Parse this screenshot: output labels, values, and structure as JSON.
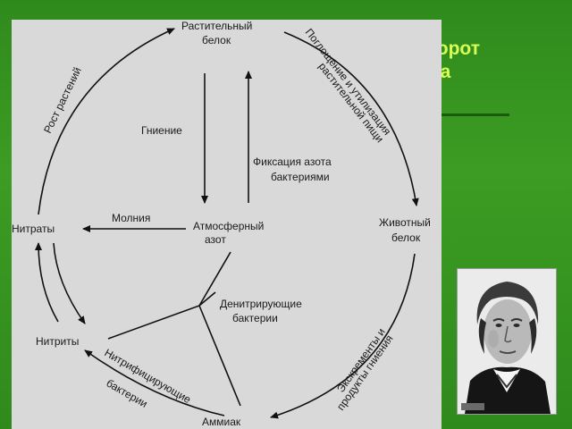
{
  "slide": {
    "title_lines": [
      "угооборот",
      "ота"
    ]
  },
  "diagram": {
    "nodes": {
      "plant_protein": [
        "Растительный",
        "белок"
      ],
      "atmospheric_nitrogen": [
        "Атмосферный",
        "азот"
      ],
      "nitrates": "Нитраты",
      "animal_protein": [
        "Животный",
        "белок"
      ],
      "nitrites": "Нитриты",
      "ammonia": "Аммиак"
    },
    "labels": {
      "plant_growth": "Рост растений",
      "consumption": [
        "Поглощение и утилизация",
        "растительной пищи"
      ],
      "decay": "Гниение",
      "fixation": [
        "Фиксация азота",
        "бактериями"
      ],
      "lightning": "Молния",
      "denitrifying": [
        "Денитрирующие",
        "бактерии"
      ],
      "excrement": [
        "Экскременты и",
        "продукты гниения"
      ],
      "nitrifying": [
        "Нитрифицирующие",
        "бактерии"
      ]
    }
  },
  "colors": {
    "background": "#3c9c23",
    "title": "#d8ff55",
    "panel": "#d9d9d9"
  }
}
